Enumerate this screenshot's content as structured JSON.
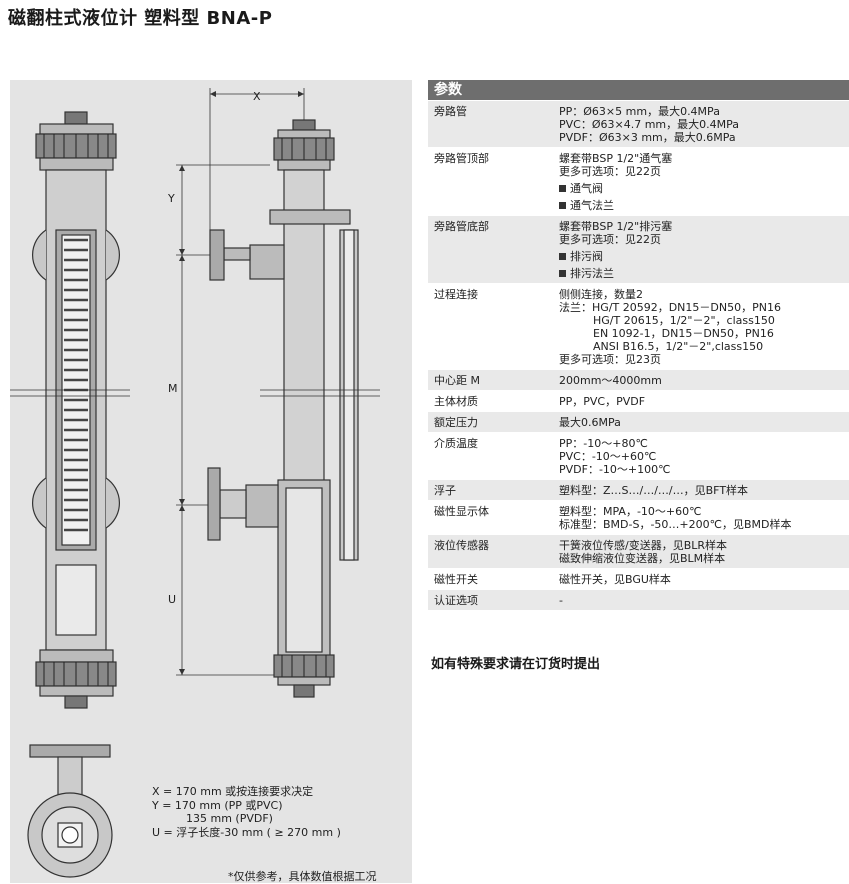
{
  "title": "磁翻柱式液位计 塑料型 BNA-P",
  "drawing": {
    "labels": {
      "x": "X",
      "y": "Y",
      "m": "M",
      "u": "U"
    },
    "notes": [
      "X = 170 mm 或按连接要求决定",
      "Y = 170 mm (PP 或PVC)",
      "135 mm (PVDF)",
      "U = 浮子长度-30 mm ( ≥ 270 mm )"
    ],
    "footnote": "*仅供参考，具体数值根据工况"
  },
  "params": {
    "header": "参数",
    "rows": [
      {
        "label": "旁路管",
        "shade": true,
        "lines": [
          "PP：Ø63×5 mm，最大0.4MPa",
          "PVC：Ø63×4.7 mm，最大0.4MPa",
          "PVDF：Ø63×3 mm，最大0.6MPa"
        ]
      },
      {
        "label": "旁路管顶部",
        "shade": false,
        "lines": [
          "螺套带BSP 1/2\"通气塞",
          "更多可选项：见22页"
        ],
        "bullets": [
          "通气阀",
          "通气法兰"
        ]
      },
      {
        "label": "旁路管底部",
        "shade": true,
        "lines": [
          "螺套带BSP 1/2\"排污塞",
          "更多可选项：见22页"
        ],
        "bullets": [
          "排污阀",
          "排污法兰"
        ]
      },
      {
        "label": "过程连接",
        "shade": false,
        "lines": [
          "侧侧连接，数量2",
          "法兰：HG/T 20592，DN15－DN50，PN16"
        ],
        "indented": [
          "HG/T 20615，1/2\"－2\"，class150",
          "EN 1092-1，DN15－DN50，PN16",
          "ANSI B16.5，1/2\"－2\",class150"
        ],
        "after": [
          "更多可选项：见23页"
        ]
      },
      {
        "label": "中心距 M",
        "shade": true,
        "lines": [
          "200mm～4000mm"
        ]
      },
      {
        "label": "主体材质",
        "shade": false,
        "lines": [
          "PP，PVC，PVDF"
        ]
      },
      {
        "label": "额定压力",
        "shade": true,
        "lines": [
          "最大0.6MPa"
        ]
      },
      {
        "label": "介质温度",
        "shade": false,
        "lines": [
          "PP：-10～+80℃",
          "PVC：-10～+60℃",
          "PVDF：-10～+100℃"
        ]
      },
      {
        "label": "浮子",
        "shade": true,
        "lines": [
          "塑料型：Z…S…/…/…/…，见BFT样本"
        ]
      },
      {
        "label": "磁性显示体",
        "shade": false,
        "lines": [
          "塑料型：MPA，-10～+60℃",
          "标准型：BMD-S，-50…+200℃，见BMD样本"
        ]
      },
      {
        "label": "液位传感器",
        "shade": true,
        "lines": [
          "干簧液位传感/变送器，见BLR样本",
          "磁致伸缩液位变送器，见BLM样本"
        ]
      },
      {
        "label": "磁性开关",
        "shade": false,
        "lines": [
          "磁性开关，见BGU样本"
        ]
      },
      {
        "label": "认证选项",
        "shade": true,
        "lines": [
          "-"
        ]
      }
    ]
  },
  "special_request": "如有特殊要求请在订货时提出"
}
